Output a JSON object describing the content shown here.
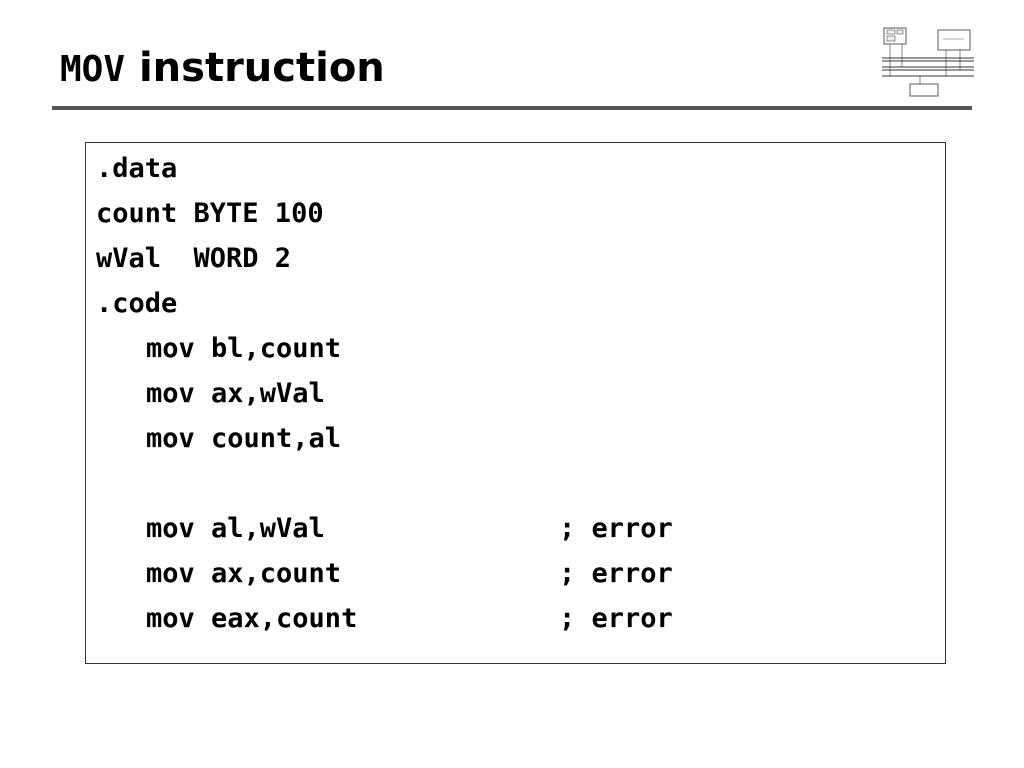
{
  "slide": {
    "title_code": "MOV",
    "title_text": " instruction"
  },
  "code": {
    "data_directive": ".data",
    "decl_count": "count BYTE 100",
    "decl_wval": "wVal  WORD 2",
    "code_directive": ".code",
    "line_1": "mov bl,count",
    "line_2": "mov ax,wVal",
    "line_3": "mov count,al",
    "error_line_1": "mov al,wVal",
    "error_line_2": "mov ax,count",
    "error_line_3": "mov eax,count",
    "error_comment": "; error"
  }
}
